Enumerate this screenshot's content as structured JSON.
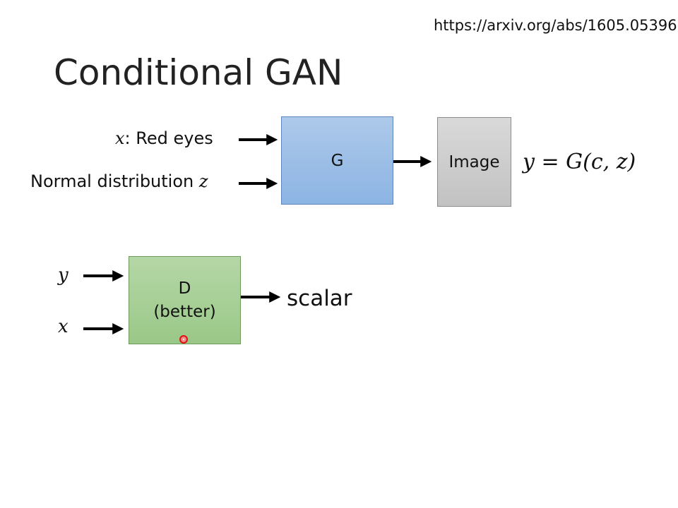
{
  "source_url": "https://arxiv.org/abs/1605.05396",
  "title": "Conditional GAN",
  "generator": {
    "input_condition_var": "x",
    "input_condition_text": ": Red eyes",
    "input_noise_text": "Normal distribution ",
    "input_noise_var": "z",
    "box_label": "G",
    "output_label": "Image",
    "equation": "y = G(c, z)"
  },
  "discriminator": {
    "input_y": "y",
    "input_x": "x",
    "box_label_line1": "D",
    "box_label_line2": "(better)",
    "output_label": "scalar"
  },
  "colors": {
    "generator_box": "#9dbfe7",
    "image_box": "#cfcfcf",
    "discriminator_box": "#a8d096",
    "arrow": "#000000",
    "pointer": "#e01010"
  }
}
